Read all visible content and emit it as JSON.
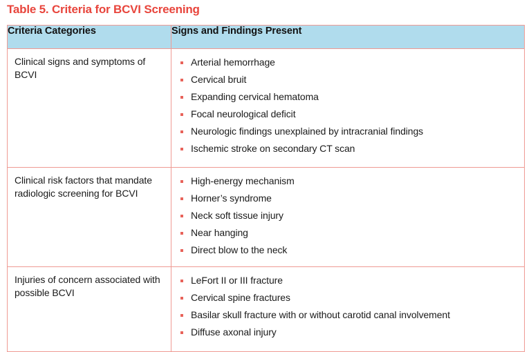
{
  "title": "Table 5. Criteria for BCVI Screening",
  "colors": {
    "title_red": "#e8453c",
    "header_blue": "#b0dced",
    "border_salmon": "#ef9a93",
    "bullet_salmon": "#e8635a",
    "text_black": "#1a1a1a",
    "page_background": "#ffffff"
  },
  "table": {
    "headers": {
      "category": "Criteria Categories",
      "findings": "Signs and Findings Present"
    },
    "rows": [
      {
        "category": "Clinical signs and symptoms of BCVI",
        "findings": [
          "Arterial hemorrhage",
          "Cervical bruit",
          "Expanding cervical hematoma",
          "Focal neurological deficit",
          "Neurologic findings unexplained by intracranial findings",
          "Ischemic stroke on secondary CT scan"
        ]
      },
      {
        "category": "Clinical risk factors that mandate radiologic screening for BCVI",
        "findings": [
          "High-energy mechanism",
          "Horner’s syndrome",
          "Neck soft tissue injury",
          "Near hanging",
          "Direct blow to the neck"
        ]
      },
      {
        "category": "Injuries of concern associated with possible BCVI",
        "findings": [
          "LeFort II or III fracture",
          "Cervical spine fractures",
          "Basilar skull fracture with or without carotid canal involvement",
          "Diffuse axonal injury"
        ]
      }
    ]
  }
}
